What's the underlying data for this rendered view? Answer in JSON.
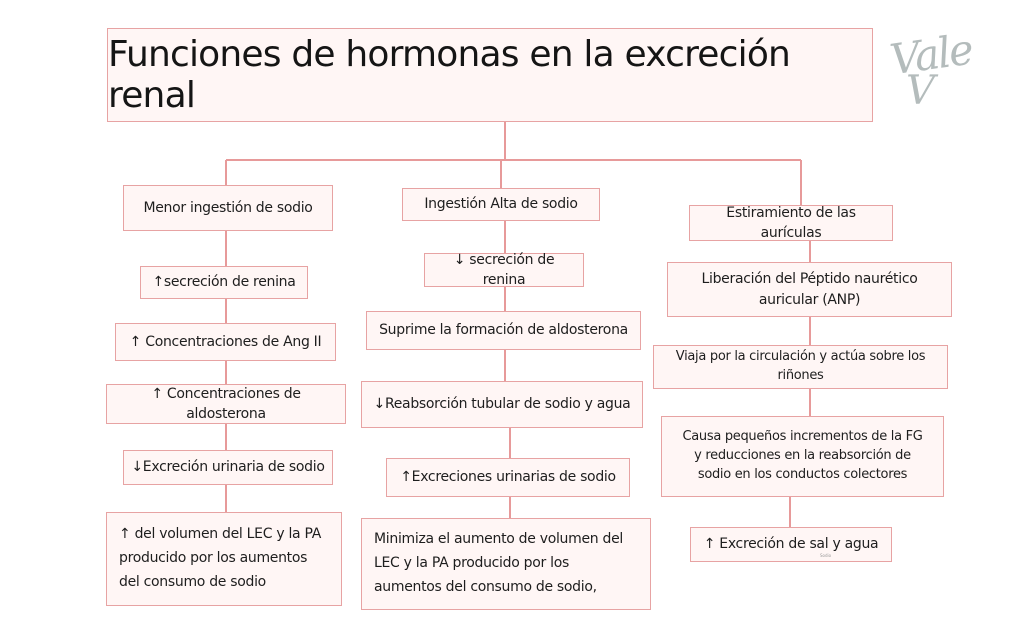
{
  "title": "Funciones de hormonas en la excreción renal",
  "logo": {
    "line1": "Vale",
    "line2": "V"
  },
  "columns": {
    "left": [
      "Menor ingestión de sodio",
      "↑secreción de renina",
      "↑ Concentraciones de Ang II",
      "↑ Concentraciones de aldosterona",
      "↓Excreción urinaria de sodio",
      "↑ del volumen del LEC y la PA producido por los aumentos del consumo de sodio"
    ],
    "middle": [
      "Ingestión Alta de sodio",
      "↓ secreción de renina",
      "Suprime la formación de aldosterona",
      "↓Reabsorción tubular de sodio y agua",
      "↑Excreciones urinarias de sodio",
      "Minimiza el aumento de volumen del LEC y la PA producido por los aumentos del consumo de sodio,"
    ],
    "right": [
      "Estiramiento de las aurículas",
      "Liberación del Péptido naurético auricular (ANP)",
      "Viaja por la circulación y actúa sobre los riñones",
      "Causa pequeños incrementos de la FG y reducciones en la reabsorción de sodio en los conductos colectores",
      "↑ Excreción de sal y agua"
    ]
  },
  "tiny_note": "Sodio"
}
